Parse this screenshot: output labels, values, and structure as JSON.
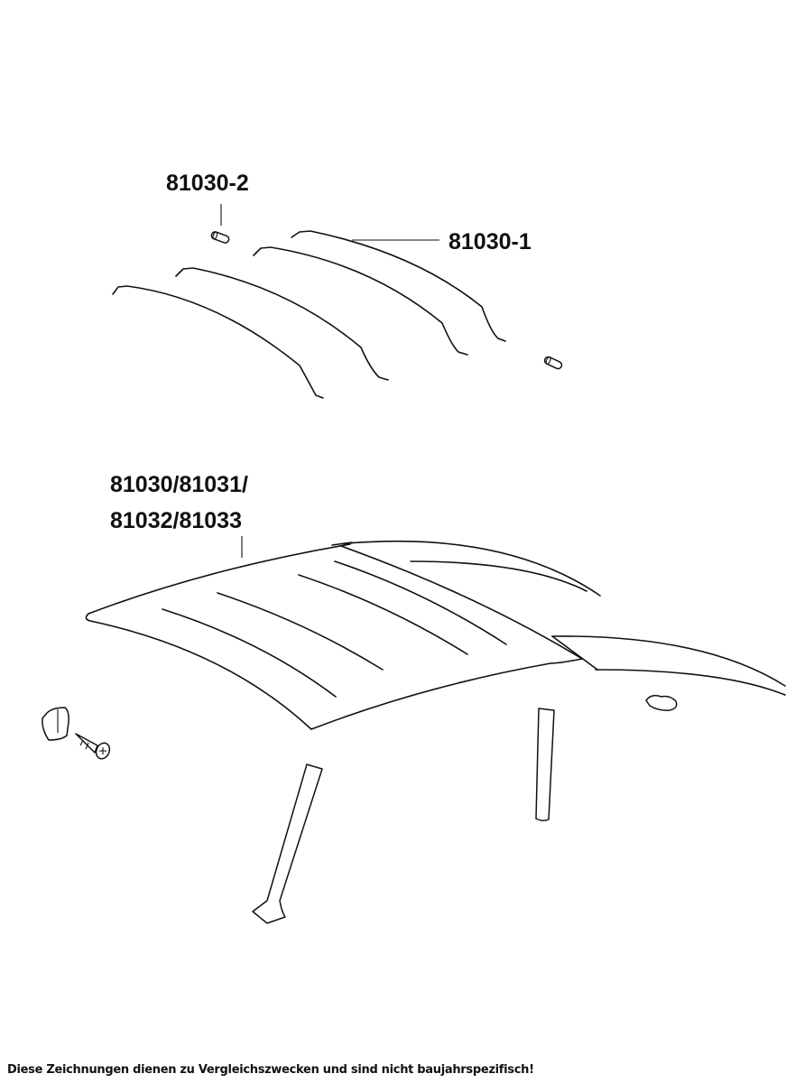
{
  "labels": {
    "part_81030_2": "81030-2",
    "part_81030_1": "81030-1",
    "roof_line1": "81030/81031/",
    "roof_line2": "81032/81033"
  },
  "footer": "Diese Zeichnungen dienen zu Vergleichszwecken und sind nicht baujahrspezifisch!"
}
